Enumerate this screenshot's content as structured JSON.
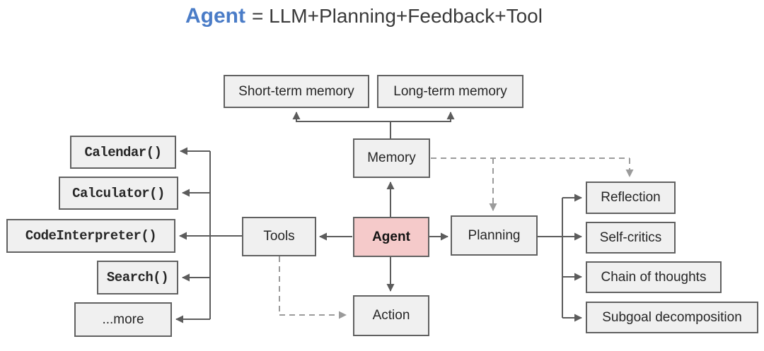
{
  "title": {
    "term": "Agent",
    "equation": "= LLM+Planning+Feedback+Tool"
  },
  "nodes": {
    "short_term_memory": "Short-term memory",
    "long_term_memory": "Long-term memory",
    "memory": "Memory",
    "agent": "Agent",
    "tools": "Tools",
    "planning": "Planning",
    "action": "Action",
    "calendar": "Calendar()",
    "calculator": "Calculator()",
    "code_interpreter": "CodeInterpreter()",
    "search": "Search()",
    "more": "...more",
    "reflection": "Reflection",
    "self_critics": "Self-critics",
    "chain_of_thoughts": "Chain of thoughts",
    "subgoal_decomposition": "Subgoal decomposition"
  },
  "edges": [
    {
      "from": "memory",
      "to": "short_term_memory",
      "style": "solid"
    },
    {
      "from": "memory",
      "to": "long_term_memory",
      "style": "solid"
    },
    {
      "from": "agent",
      "to": "memory",
      "style": "solid"
    },
    {
      "from": "agent",
      "to": "tools",
      "style": "solid"
    },
    {
      "from": "agent",
      "to": "planning",
      "style": "solid"
    },
    {
      "from": "agent",
      "to": "action",
      "style": "solid"
    },
    {
      "from": "tools",
      "to": "calendar",
      "style": "solid"
    },
    {
      "from": "tools",
      "to": "calculator",
      "style": "solid"
    },
    {
      "from": "tools",
      "to": "code_interpreter",
      "style": "solid"
    },
    {
      "from": "tools",
      "to": "search",
      "style": "solid"
    },
    {
      "from": "tools",
      "to": "more",
      "style": "solid"
    },
    {
      "from": "planning",
      "to": "reflection",
      "style": "solid"
    },
    {
      "from": "planning",
      "to": "self_critics",
      "style": "solid"
    },
    {
      "from": "planning",
      "to": "chain_of_thoughts",
      "style": "solid"
    },
    {
      "from": "planning",
      "to": "subgoal_decomposition",
      "style": "solid"
    },
    {
      "from": "memory",
      "to": "planning",
      "style": "dashed"
    },
    {
      "from": "memory",
      "to": "reflection",
      "style": "dashed"
    },
    {
      "from": "tools",
      "to": "action",
      "style": "dashed"
    }
  ],
  "colors": {
    "title_accent_blue": "#4a7cc7",
    "title_text": "#3a3a3a",
    "box_fill": "#f0f0f0",
    "agent_box_fill": "#f5caca",
    "box_border": "#616161",
    "solid_line": "#5c5c5c",
    "dashed_line": "#9b9b9b",
    "background": "#ffffff"
  }
}
